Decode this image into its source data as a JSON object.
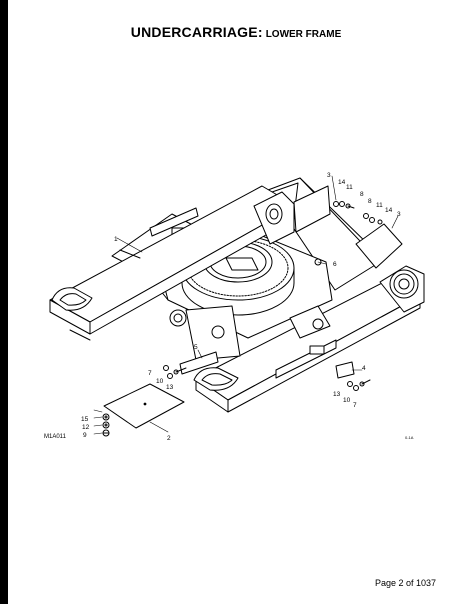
{
  "header": {
    "title_main": "UNDERCARRIAGE:",
    "title_sub": "LOWER FRAME"
  },
  "diagram": {
    "figure_id": "M1A011",
    "corner_code": "0-1A",
    "callouts": {
      "c1": "1",
      "c2": "2",
      "c3a": "3",
      "c3b": "3",
      "c4": "4",
      "c5": "5",
      "c6": "6",
      "c7a": "7",
      "c7b": "7",
      "c8a": "8",
      "c8b": "8",
      "c9": "9",
      "c10a": "10",
      "c10b": "10",
      "c11a": "11",
      "c11b": "11",
      "c12": "12",
      "c13a": "13",
      "c13b": "13",
      "c14a": "14",
      "c14b": "14",
      "c15": "15"
    }
  },
  "footer": {
    "page_label": "Page 2 of 1037"
  }
}
